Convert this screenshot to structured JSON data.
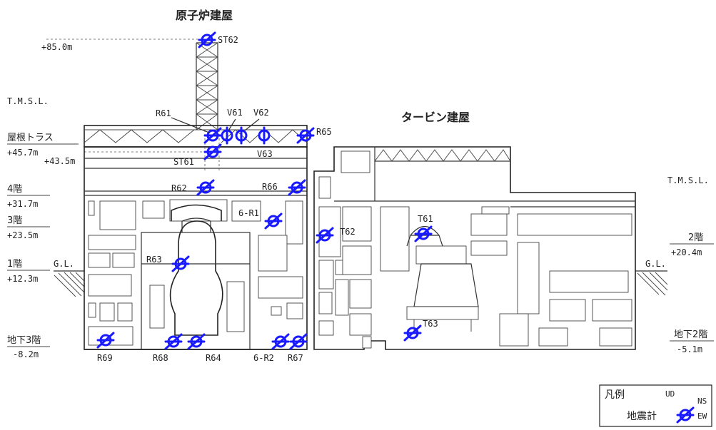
{
  "titles": {
    "reactor_building": "原子炉建屋",
    "turbine_building": "タービン建屋"
  },
  "levels": {
    "top": "+85.0m",
    "tmsl_left": "T.M.S.L.",
    "tmsl_right": "T.M.S.L.",
    "roof_truss": "屋根トラス",
    "roof_elev": "+45.7m",
    "roof_inner": "+43.5m",
    "floor4": "4階",
    "floor4_elev": "+31.7m",
    "floor3": "3階",
    "floor3_elev": "+23.5m",
    "floor1": "1階",
    "floor1_elev": "+12.3m",
    "gl_left": "G.L.",
    "gl_right": "G.L.",
    "b3": "地下3階",
    "b3_elev": "-8.2m",
    "floor2_right": "2階",
    "floor2_right_elev": "+20.4m",
    "b2_right": "地下2階",
    "b2_right_elev": "-5.1m"
  },
  "sensors": [
    {
      "id": "ST62",
      "label": "ST62",
      "kind": "full"
    },
    {
      "id": "R61",
      "label": "R61",
      "kind": "full"
    },
    {
      "id": "V61",
      "label": "V61",
      "kind": "ud"
    },
    {
      "id": "V62",
      "label": "V62",
      "kind": "ud"
    },
    {
      "id": "V63",
      "label": "V63",
      "kind": "ud"
    },
    {
      "id": "R65",
      "label": "R65",
      "kind": "full"
    },
    {
      "id": "ST61",
      "label": "ST61",
      "kind": "full"
    },
    {
      "id": "R62",
      "label": "R62",
      "kind": "full"
    },
    {
      "id": "R66",
      "label": "R66",
      "kind": "full"
    },
    {
      "id": "6-R1",
      "label": "6-R1",
      "kind": "full"
    },
    {
      "id": "R63",
      "label": "R63",
      "kind": "full"
    },
    {
      "id": "R69",
      "label": "R69",
      "kind": "full"
    },
    {
      "id": "R68",
      "label": "R68",
      "kind": "full"
    },
    {
      "id": "R64",
      "label": "R64",
      "kind": "full"
    },
    {
      "id": "6-R2",
      "label": "6-R2",
      "kind": "full"
    },
    {
      "id": "R67",
      "label": "R67",
      "kind": "full"
    },
    {
      "id": "T62",
      "label": "T62",
      "kind": "full"
    },
    {
      "id": "T61",
      "label": "T61",
      "kind": "full"
    },
    {
      "id": "T63",
      "label": "T63",
      "kind": "full"
    }
  ],
  "legend": {
    "title": "凡例",
    "ud": "UD",
    "ns": "NS",
    "ew": "EW",
    "instrument": "地震計"
  },
  "colors": {
    "sensor": "#1a1aff",
    "line": "#333333"
  }
}
